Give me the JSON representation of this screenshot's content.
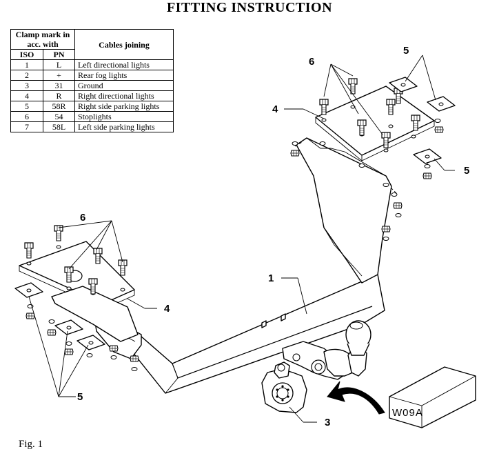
{
  "title": "FITTING INSTRUCTION",
  "figure_label": "Fig. 1",
  "table": {
    "header_clamp": "Clamp mark in acc. with",
    "header_iso": "ISO",
    "header_pn": "PN",
    "header_cables": "Cables joining",
    "rows": [
      {
        "iso": "1",
        "pn": "L",
        "cable": "Left directional lights"
      },
      {
        "iso": "2",
        "pn": "+",
        "cable": "Rear fog lights"
      },
      {
        "iso": "3",
        "pn": "31",
        "cable": "Ground"
      },
      {
        "iso": "4",
        "pn": "R",
        "cable": "Right directional lights"
      },
      {
        "iso": "5",
        "pn": "58R",
        "cable": "Right side parking lights"
      },
      {
        "iso": "6",
        "pn": "54",
        "cable": "Stoplights"
      },
      {
        "iso": "7",
        "pn": "58L",
        "cable": "Left side parking lights"
      }
    ]
  },
  "callouts": {
    "main_beam": "1",
    "socket": "3",
    "plate_right": "4",
    "plate_left": "4",
    "washer_top": "5",
    "washer_right": "5",
    "washer_left": "5",
    "bolts_right": "6",
    "bolts_left": "6"
  },
  "box_label": "W09A"
}
